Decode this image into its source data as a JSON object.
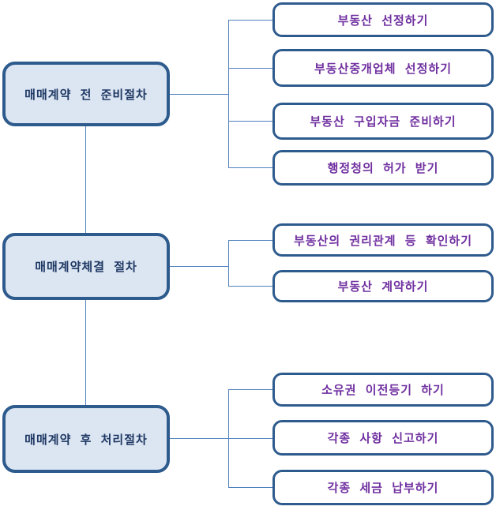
{
  "diagram": {
    "type": "flowchart",
    "groups": [
      {
        "parent": {
          "label": "매매계약 전 준비절차"
        },
        "children": [
          {
            "label": "부동산 선정하기"
          },
          {
            "label": "부동산중개업체 선정하기"
          },
          {
            "label": "부동산 구입자금 준비하기"
          },
          {
            "label": "행정청의 허가 받기"
          }
        ]
      },
      {
        "parent": {
          "label": "매매계약체결 절차"
        },
        "children": [
          {
            "label": "부동산의 권리관계 등 확인하기"
          },
          {
            "label": "부동산 계약하기"
          }
        ]
      },
      {
        "parent": {
          "label": "매매계약 후 처리절차"
        },
        "children": [
          {
            "label": "소유권 이전등기 하기"
          },
          {
            "label": "각종 사항 신고하기"
          },
          {
            "label": "각종 세금 납부하기"
          }
        ]
      }
    ],
    "colors": {
      "parent_fill": "#dce6f2",
      "parent_border": "#2e5b8d",
      "parent_text": "#1f3864",
      "child_fill": "#ffffff",
      "child_border": "#2e5b8d",
      "child_text": "#7030a0",
      "connector": "#4f81bd"
    }
  }
}
